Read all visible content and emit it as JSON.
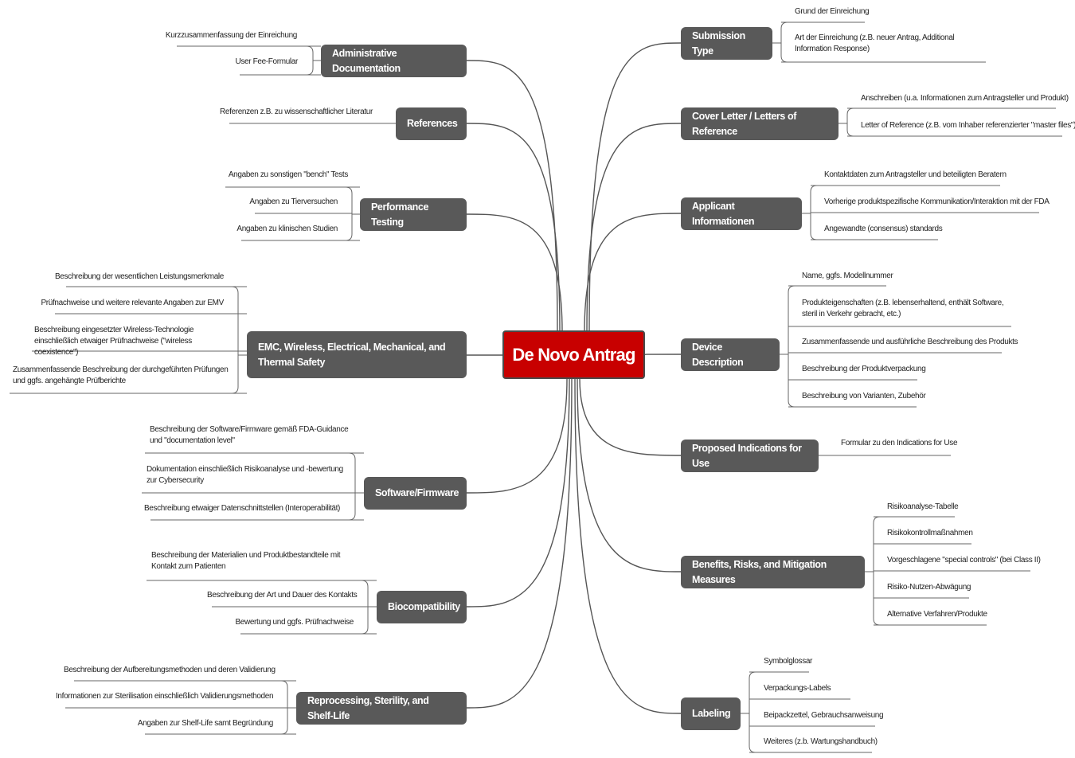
{
  "root": {
    "label": "De Novo Antrag",
    "color": "#c80000"
  },
  "topic_color": "#595959",
  "left_topics": [
    {
      "label": "Administrative Documentation",
      "leaves": [
        "Kurzzusammenfassung der Einreichung",
        "User Fee-Formular"
      ]
    },
    {
      "label": "References",
      "leaves": [
        "Referenzen z.B. zu wissenschaftlicher Literatur"
      ]
    },
    {
      "label": "Performance Testing",
      "leaves": [
        "Angaben zu sonstigen \"bench\" Tests",
        "Angaben zu Tierversuchen",
        "Angaben zu klinischen Studien"
      ]
    },
    {
      "label": "EMC, Wireless, Electrical, Mechanical, and Thermal Safety",
      "leaves": [
        "Beschreibung der wesentlichen Leistungsmerkmale",
        "Prüfnachweise und weitere relevante Angaben zur EMV",
        "Beschreibung eingesetzter Wireless-Technologie einschließlich etwaiger Prüfnachweise (\"wireless coexistence\")",
        "Zusammenfassende Beschreibung der durchgeführten Prüfungen und ggfs. angehängte Prüfberichte"
      ]
    },
    {
      "label": "Software/Firmware",
      "leaves": [
        "Beschreibung der Software/Firmware gemäß FDA-Guidance und \"documentation level\"",
        "Dokumentation einschließlich Risikoanalyse und -bewertung zur Cybersecurity",
        "Beschreibung etwaiger Datenschnittstellen (Interoperabilität)"
      ]
    },
    {
      "label": "Biocompatibility",
      "leaves": [
        "Beschreibung der Materialien und Produktbestandteile mit Kontakt zum Patienten",
        "Beschreibung der Art und Dauer des Kontakts",
        "Bewertung und ggfs. Prüfnachweise"
      ]
    },
    {
      "label": "Reprocessing, Sterility, and Shelf-Life",
      "leaves": [
        "Beschreibung der Aufbereitungsmethoden und deren Validierung",
        "Informationen zur Sterilisation einschließlich Validierungsmethoden",
        "Angaben zur Shelf-Life samt Begründung"
      ]
    }
  ],
  "right_topics": [
    {
      "label": "Submission Type",
      "leaves": [
        "Grund der Einreichung",
        "Art der Einreichung (z.B. neuer Antrag, Additional Information Response)"
      ]
    },
    {
      "label": "Cover Letter / Letters of Reference",
      "leaves": [
        "Anschreiben (u.a. Informationen zum Antragsteller und Produkt)",
        "Letter of Reference (z.B. vom Inhaber referenzierter \"master files\")"
      ]
    },
    {
      "label": "Applicant Informationen",
      "leaves": [
        "Kontaktdaten zum Antragsteller und beteiligten Beratern",
        "Vorherige produktspezifische Kommunikation/Interaktion mit der FDA",
        "Angewandte (consensus) standards"
      ]
    },
    {
      "label": "Device Description",
      "leaves": [
        "Name, ggfs. Modellnummer",
        "Produkteigenschaften (z.B. lebenserhaltend, enthält Software, steril in Verkehr gebracht, etc.)",
        "Zusammenfassende und ausführliche Beschreibung des Produkts",
        "Beschreibung der Produktverpackung",
        "Beschreibung von Varianten, Zubehör"
      ]
    },
    {
      "label": "Proposed Indications for Use",
      "leaves": [
        "Formular zu den Indications for Use"
      ]
    },
    {
      "label": "Benefits, Risks, and Mitigation Measures",
      "leaves": [
        "Risikoanalyse-Tabelle",
        "Risikokontrollmaßnahmen",
        "Vorgeschlagene \"special controls\" (bei Class II)",
        "Risiko-Nutzen-Abwägung",
        "Alternative Verfahren/Produkte"
      ]
    },
    {
      "label": "Labeling",
      "leaves": [
        "Symbolglossar",
        "Verpackungs-Labels",
        "Beipackzettel, Gebrauchsanweisung",
        "Weiteres (z.b. Wartungshandbuch)"
      ]
    }
  ]
}
